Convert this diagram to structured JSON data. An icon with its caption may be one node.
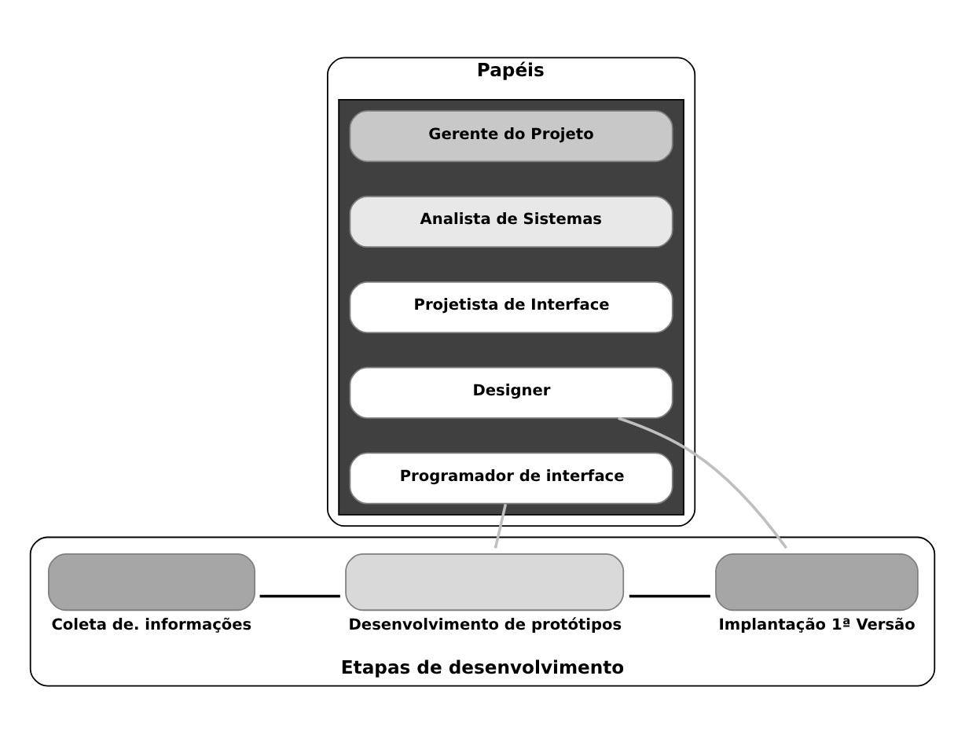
{
  "diagram": {
    "nodes": [
      {
        "text": [
          "Papéis"
        ]
      },
      {
        "text": [],
        "shape": "box",
        "in": 0
      },
      {
        "text": [
          "Gerente do Projeto"
        ],
        "in": 1
      },
      {
        "text": [
          "Analista de Sistemas"
        ],
        "in": 1
      },
      {
        "text": [
          "Projetista de Interface"
        ],
        "in": 1
      },
      {
        "text": [
          "Designer"
        ],
        "in": 1
      },
      {
        "text": [
          "Programador de interface"
        ],
        "in": 1
      },
      {
        "text": [
          "Etapas de desenvolvimento"
        ]
      },
      {
        "text": [],
        "shape": "box",
        "in": 7,
        "beside": [
          "Coleta de. informações"
        ]
      },
      {
        "text": [],
        "shape": "box",
        "in": 7,
        "beside": [
          "Desenvolvimento de protótipos"
        ]
      },
      {
        "text": [],
        "shape": "box",
        "in": 7,
        "beside": [
          "Implantação 1ª Versão"
        ]
      }
    ],
    "edges": [
      {
        "from": 8,
        "to": 9,
        "arrow": "none"
      },
      {
        "from": 9,
        "to": 10,
        "arrow": "none"
      },
      {
        "from": 5,
        "to": 10,
        "arrow": "none",
        "color": "#bfbfbf"
      },
      {
        "from": 6,
        "to": 9,
        "arrow": "none",
        "color": "#bfbfbf"
      }
    ]
  }
}
